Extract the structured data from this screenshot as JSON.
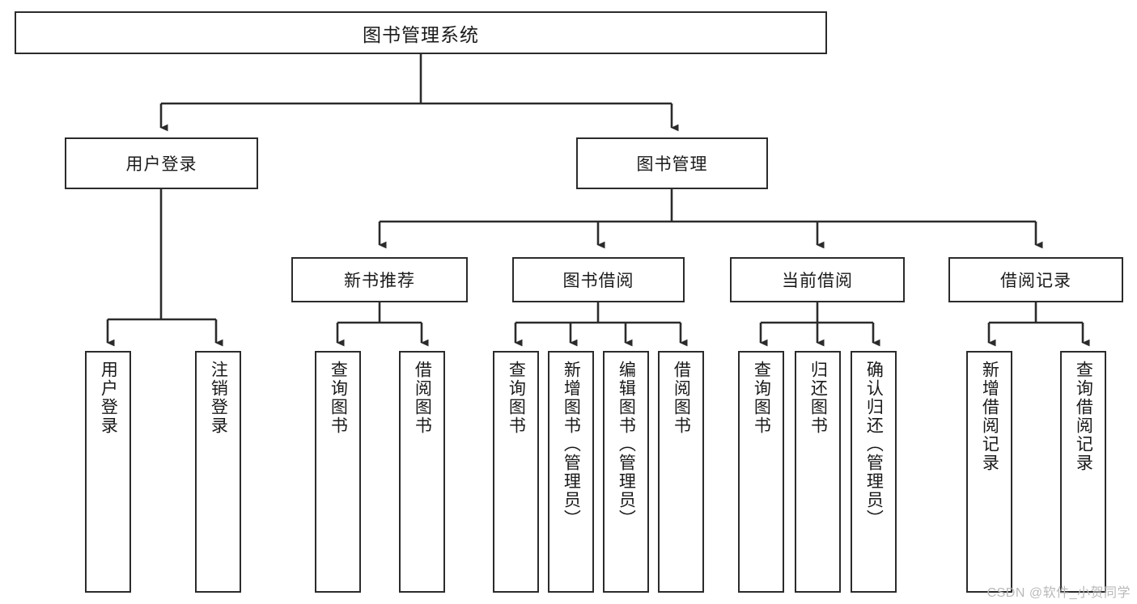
{
  "diagram": {
    "title": "图书管理系统",
    "type": "hierarchy-tree",
    "root": {
      "label": "图书管理系统"
    },
    "level2": [
      {
        "label": "用户登录"
      },
      {
        "label": "图书管理"
      }
    ],
    "level3": [
      {
        "label": "新书推荐"
      },
      {
        "label": "图书借阅"
      },
      {
        "label": "当前借阅"
      },
      {
        "label": "借阅记录"
      }
    ],
    "leaves": {
      "user_login": [
        {
          "label": "用户登录"
        },
        {
          "label": "注销登录"
        }
      ],
      "new_book": [
        {
          "label": "查询图书"
        },
        {
          "label": "借阅图书"
        }
      ],
      "book_borrow": [
        {
          "label": "查询图书"
        },
        {
          "label": "新增图书（管理员）"
        },
        {
          "label": "编辑图书（管理员）"
        },
        {
          "label": "借阅图书"
        }
      ],
      "current_borrow": [
        {
          "label": "查询图书"
        },
        {
          "label": "归还图书"
        },
        {
          "label": "确认归还（管理员）"
        }
      ],
      "borrow_record": [
        {
          "label": "新增借阅记录"
        },
        {
          "label": "查询借阅记录"
        }
      ]
    }
  },
  "watermark": {
    "text": "CSDN @软件_小贺同学"
  },
  "colors": {
    "stroke": "#2b2b2b",
    "background": "#ffffff",
    "text": "#1a1a1a",
    "watermark": "#b9b9b9"
  }
}
